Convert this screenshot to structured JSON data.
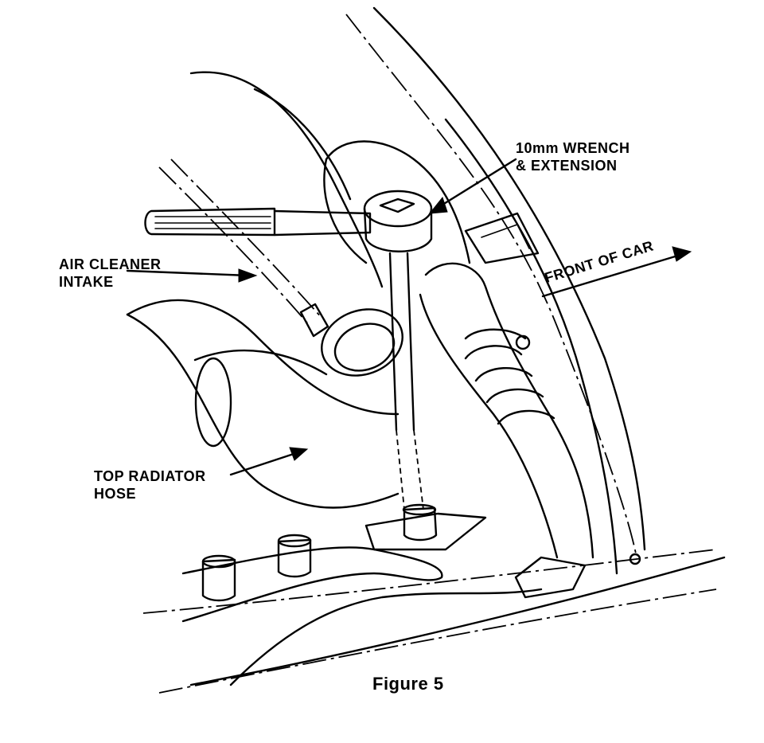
{
  "figure": {
    "caption": "Figure 5",
    "labels": {
      "wrench_line1": "10mm WRENCH",
      "wrench_line2": "& EXTENSION",
      "air_cleaner_line1": "AIR CLEANER",
      "air_cleaner_line2": "INTAKE",
      "front_of_car": "FRONT OF CAR",
      "radiator_line1": "TOP RADIATOR",
      "radiator_line2": "HOSE"
    }
  }
}
